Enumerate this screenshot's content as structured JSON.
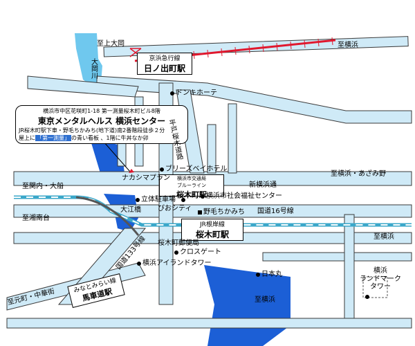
{
  "callout": {
    "address": "横浜市中区花咲町1-18 第一測量桜木町ビル8階",
    "name": "東京メンタルヘルス 横浜センター",
    "access_line1": "JR桜木町駅下車・野毛ちかみち(地下道)南2番階段徒歩２分",
    "access_prefix": "屋上に",
    "access_highlight": "「第一測量」",
    "access_suffix": "の青い看板 、1階に牛丼なか卯"
  },
  "stations": {
    "hinodecho_line": "京浜急行線",
    "hinodecho_name": "日ノ出町駅",
    "subway_line1": "横浜市交通局",
    "subway_line2": "ブルーライン",
    "subway_name": "桜木町駅",
    "jr_line": "JR根岸線",
    "jr_name": "桜木町駅",
    "minatomirai_line": "みなとみらい線",
    "minatomirai_name": "馬車道駅"
  },
  "directions": {
    "to_kamiooka": "至上大岡",
    "to_yokohama_top": "至横浜",
    "to_yokohama_azamino": "至横浜・あざみ野",
    "to_kannai_ofuna": "至関内・大船",
    "to_shonandai": "至湘南台",
    "to_yokohama_mid": "至横浜",
    "to_motomachi_chukagai": "至元町・中華街",
    "to_yokohama_bottom": "至横浜"
  },
  "roads": {
    "shin_yokohama": "新横浜通",
    "route16": "国道16号線",
    "route133": "国道133号線",
    "heido": "平戸桜木道路",
    "ooka_river": "大岡川",
    "oe_bridge": "大江橋"
  },
  "landmarks": {
    "donki": "ドンキホーテ",
    "breeze": "ブリーズベイホテル",
    "nakashima": "ナカシマプラン",
    "parking": "立体駐車場",
    "pio": "ぴおシティ",
    "welfare": "横浜市社会福祉センター",
    "noge": "野毛ちかみち",
    "post": "桜木町郵便局",
    "crossgate": "クロスゲート",
    "island": "横浜アイランドタワー",
    "nipponmaru": "日本丸",
    "landmark_tower_line1": "横浜",
    "landmark_tower_line2": "ランドマーク",
    "landmark_tower_line3": "タワー"
  },
  "colors": {
    "road": "#cfeaf7",
    "road_outline": "#3a3a3a",
    "water": "#1c5fd6",
    "water_light": "#6fc8ee",
    "keikyu": "#e0182e",
    "jr_line": "#3aa7c9"
  }
}
